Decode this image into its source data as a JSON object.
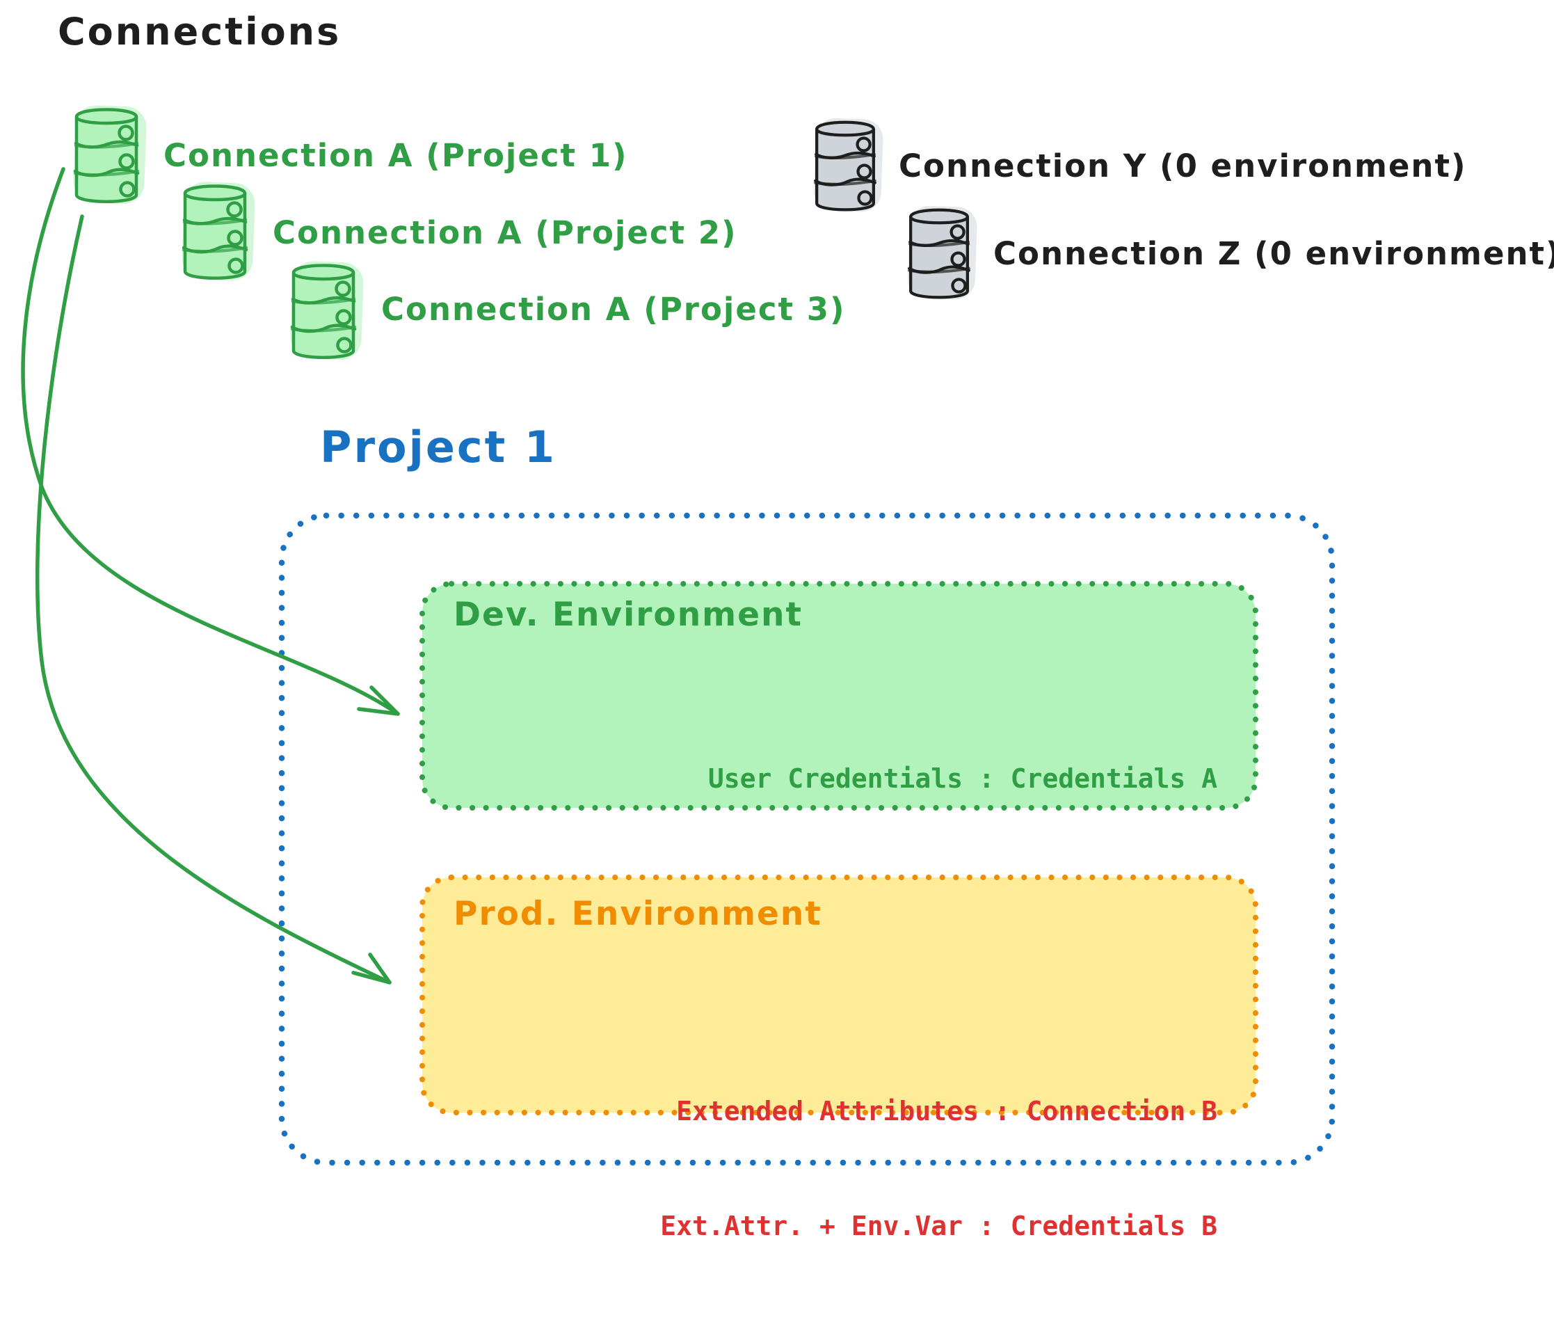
{
  "title": "Connections",
  "palette": {
    "ink": "#1e1e1e",
    "green_stroke": "#2f9e44",
    "green_fill": "#b2f2bb",
    "blue": "#1971c2",
    "orange_stroke": "#f08c00",
    "yellow_fill": "#ffec99",
    "red": "#e03131",
    "gray_fill": "#ced4da"
  },
  "connections": {
    "green": [
      {
        "label": "Connection A (Project 1)"
      },
      {
        "label": "Connection A (Project 2)"
      },
      {
        "label": "Connection A (Project 3)"
      }
    ],
    "gray": [
      {
        "label": "Connection Y (0 environment)"
      },
      {
        "label": "Connection Z (0 environment)"
      }
    ]
  },
  "project": {
    "title": "Project 1",
    "dev": {
      "title": "Dev. Environment",
      "mapping": "User Credentials : Credentials A"
    },
    "prod": {
      "title": "Prod. Environment",
      "mappings": [
        "Extended Attributes : Connection B",
        "Ext.Attr. + Env.Var : Credentials B"
      ]
    }
  }
}
